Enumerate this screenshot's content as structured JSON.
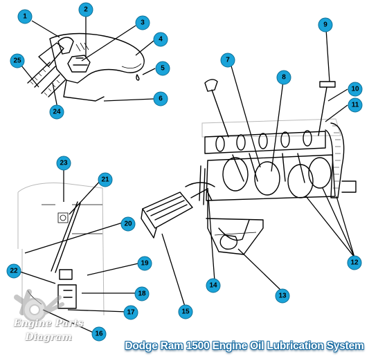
{
  "title": "Dodge Ram 1500 Engine Oil Lubrication System",
  "watermark": {
    "line1": "Engine Parts",
    "line2": "Diagram"
  },
  "callouts": [
    "1",
    "2",
    "3",
    "4",
    "5",
    "6",
    "7",
    "8",
    "9",
    "10",
    "11",
    "12",
    "12",
    "12",
    "13",
    "14",
    "15",
    "16",
    "17",
    "18",
    "19",
    "20",
    "21",
    "22",
    "23",
    "24",
    "25"
  ],
  "colors": {
    "callout_fill": "#1aa3d9",
    "line": "#000000",
    "title_outline": "#1d6fa5"
  }
}
